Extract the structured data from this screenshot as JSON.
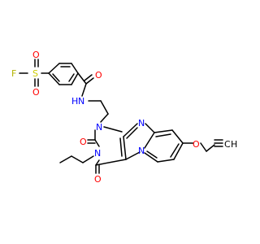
{
  "figure": {
    "type": "chemical-structure",
    "colors": {
      "bond": "#000000",
      "oxygen": "#ff0000",
      "nitrogen": "#0000ff",
      "sulfur": "#cccc00",
      "fluorine": "#b3b300",
      "hydrogen": "#000000",
      "background": "#ffffff"
    }
  },
  "atoms": {
    "F": "F",
    "S": "S",
    "O_sulfonyl_top": "O",
    "O_sulfonyl_bottom": "O",
    "O_amide": "O",
    "NH_amide": "N",
    "H_amide": "H",
    "N1": "N",
    "N_imidazole": "N",
    "N3": "N",
    "N_bridge": "N",
    "O_C2": "O",
    "O_C4": "O",
    "O_ether": "O",
    "C_alkyne": "C",
    "H_alkyne": "H"
  }
}
